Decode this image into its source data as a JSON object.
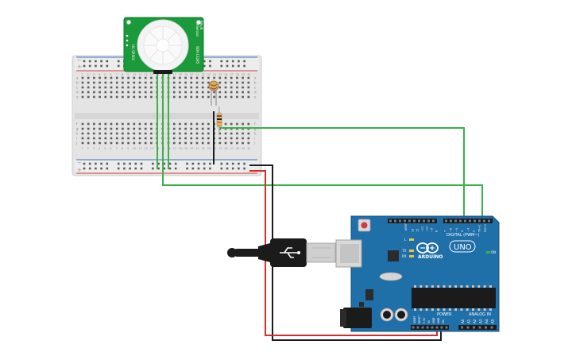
{
  "breadboard": {
    "row_letters_top": [
      "a",
      "b",
      "c",
      "d",
      "e"
    ],
    "row_letters_bottom": [
      "f",
      "g",
      "h",
      "i",
      "j"
    ],
    "column_numbers": [
      "1",
      "2",
      "3",
      "4",
      "5",
      "6",
      "7",
      "8",
      "9",
      "10",
      "11",
      "12",
      "13",
      "14",
      "15",
      "16",
      "17",
      "18",
      "19",
      "20",
      "21",
      "22",
      "23",
      "24",
      "25",
      "26",
      "27",
      "28",
      "29",
      "30"
    ],
    "rail_plus": "+",
    "rail_minus": "−",
    "colors": {
      "body": "#e6e6e6",
      "hole": "#555555",
      "rail_red": "#d23b3b",
      "rail_blue": "#3b6fb8"
    }
  },
  "pir_sensor": {
    "silk_left": "PIRSensor",
    "silk_right": "Rev.B",
    "silk_side_left": "HC-SR501",
    "silk_side_right": "SEN-13285",
    "pin_labels": [
      "GND",
      "OUT",
      "VCC"
    ],
    "color": "#1a9a3a"
  },
  "arduino": {
    "brand": "ARDUINO",
    "model": "UNO",
    "digital_header": "DIGITAL (PWM~)",
    "power_header": "POWER",
    "analog_header": "ANALOG IN",
    "on_label": "ON",
    "tx_label": "TX",
    "rx_label": "RX",
    "l_label": "L",
    "aref_label": "AREF",
    "gnd_label": "GND",
    "digital_pins": [
      "13",
      "12",
      "~11",
      "~10",
      "~9",
      "8",
      "7",
      "~6",
      "~5",
      "4",
      "~3",
      "2",
      "TX→1",
      "RX←0"
    ],
    "power_pins": [
      "IOREF",
      "RESET",
      "3.3V",
      "5V",
      "GND",
      "GND",
      "Vin"
    ],
    "analog_pins": [
      "A0",
      "A1",
      "A2",
      "A3",
      "A4",
      "A5"
    ],
    "colors": {
      "board": "#1f6fa8",
      "board_edge": "#15507e",
      "header": "#1b1b1b"
    }
  },
  "usb_cable": {
    "color": "#1b1b1b"
  },
  "wires": {
    "green": "#3cb04a",
    "black": "#1b1b1b",
    "red": "#d62d2d"
  }
}
